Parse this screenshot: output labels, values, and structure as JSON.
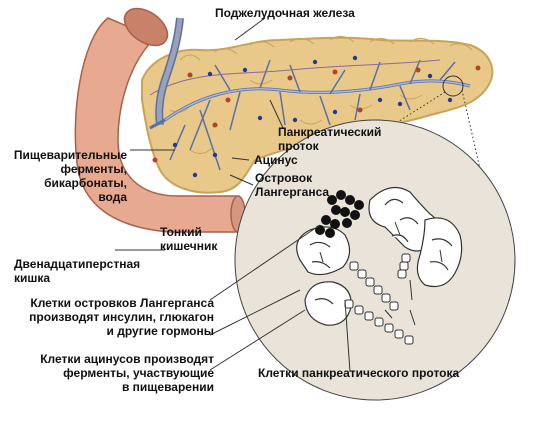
{
  "labels": {
    "pancreas": "Поджелудочная железа",
    "pancreatic_duct": [
      "Панкреатический",
      "проток"
    ],
    "acinus": "Ацинус",
    "islet": [
      "Островок",
      "Лангерганса"
    ],
    "digestive": [
      "Пищеварительные",
      "ферменты,",
      "бикарбонаты,",
      "вода"
    ],
    "small_intestine": [
      "Тонкий",
      "кишечник"
    ],
    "duodenum": [
      "Двенадцатиперстная",
      "кишка"
    ],
    "islet_cells": [
      "Клетки островков Лангерганса",
      "производят инсулин, глюкагон",
      "и другие гормоны"
    ],
    "acinar_cells": [
      "Клетки ацинусов производят",
      "ферменты, участвующие",
      "в пищеварении"
    ],
    "duct_cells": "Клетки панкреатического протока"
  },
  "colors": {
    "pancreas": "#e8c98a",
    "pancreas_dark": "#c9a35c",
    "duodenum": "#e7a98f",
    "duodenum_dark": "#a9604a",
    "duct": "#a9b6dc",
    "duct_dark": "#5a6ea8",
    "bile_duct": "#9aa2b8",
    "vessel": "#8a6a9a",
    "acinus_dot": "#1f3a8f",
    "islet_dot": "#b0452a",
    "inset_bg": "#e9e3d9",
    "black_cells": "#111111"
  }
}
